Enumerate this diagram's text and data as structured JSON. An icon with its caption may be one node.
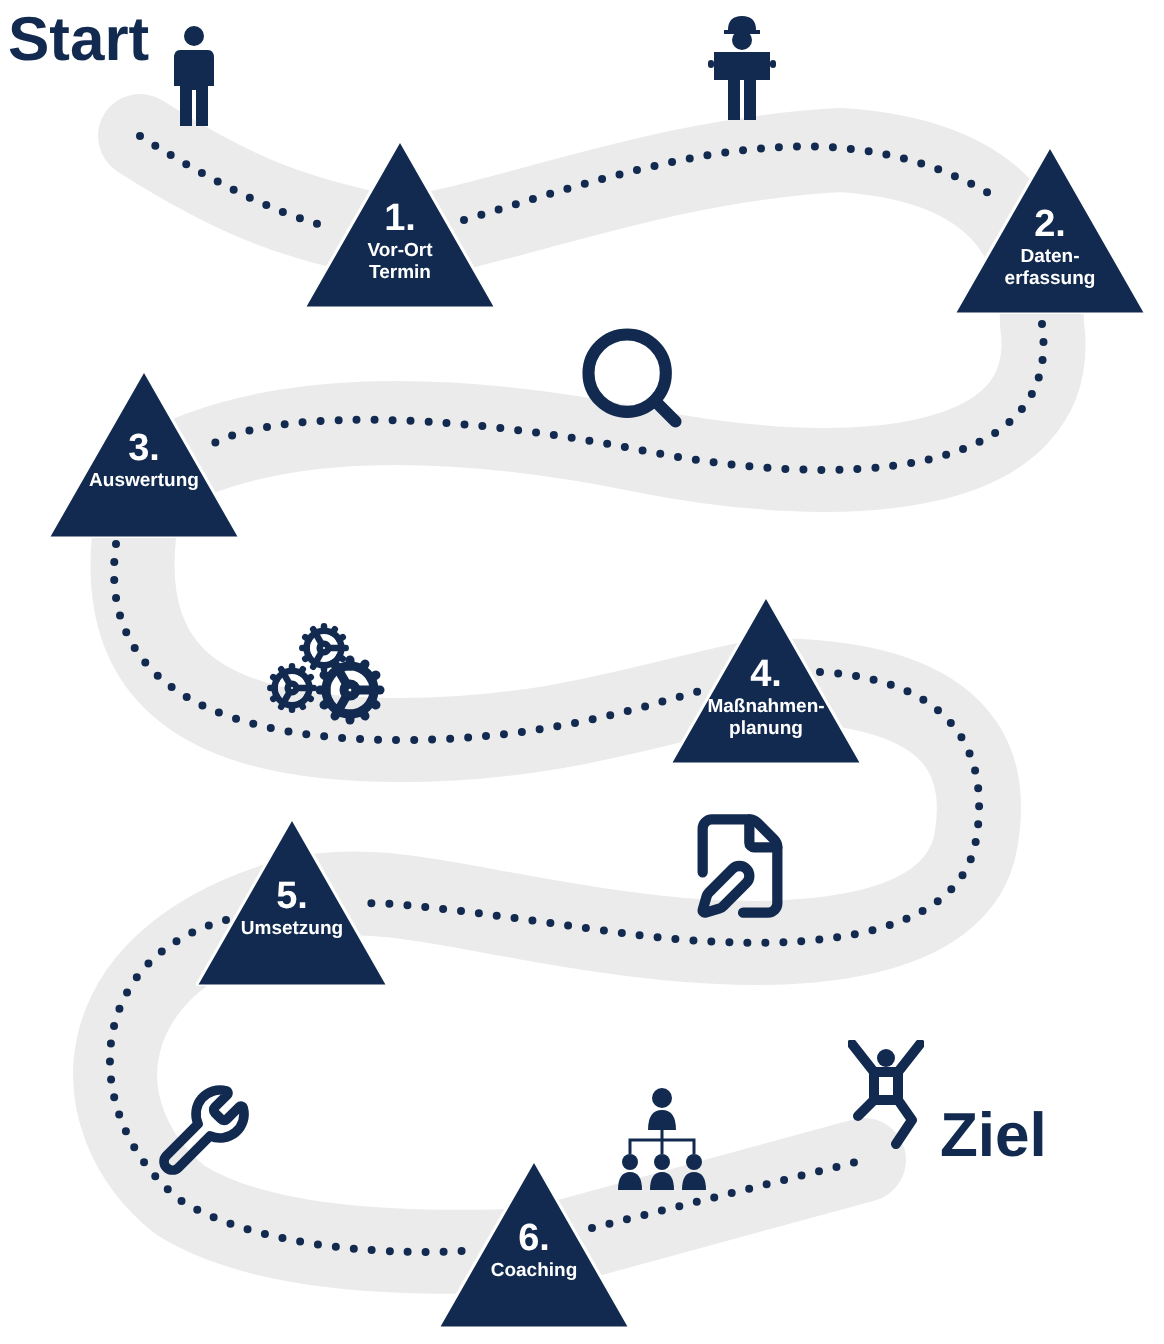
{
  "diagram": {
    "nodes": [
      {
        "text": [
          "Start"
        ]
      },
      {
        "text": [
          "1.",
          "Vor-Ort Termin"
        ]
      },
      {
        "text": [
          "2.",
          "Daten- erfassung"
        ]
      },
      {
        "text": [
          "3.",
          "Auswertung"
        ]
      },
      {
        "text": [
          "4.",
          "Maßnahmen- planung"
        ]
      },
      {
        "text": [
          "5.",
          "Umsetzung"
        ]
      },
      {
        "text": [
          "6.",
          "Coaching"
        ]
      },
      {
        "text": [
          "Ziel"
        ]
      }
    ],
    "edges": [
      {
        "from": 0,
        "to": 1,
        "arrow": "none",
        "style": "dashed"
      },
      {
        "from": 1,
        "to": 2,
        "arrow": "none",
        "style": "dashed"
      },
      {
        "from": 2,
        "to": 3,
        "arrow": "none",
        "style": "dashed"
      },
      {
        "from": 3,
        "to": 4,
        "arrow": "none",
        "style": "dashed"
      },
      {
        "from": 4,
        "to": 5,
        "arrow": "none",
        "style": "dashed"
      },
      {
        "from": 5,
        "to": 6,
        "arrow": "none",
        "style": "dashed"
      },
      {
        "from": 6,
        "to": 7,
        "arrow": "none",
        "style": "dashed"
      }
    ]
  }
}
